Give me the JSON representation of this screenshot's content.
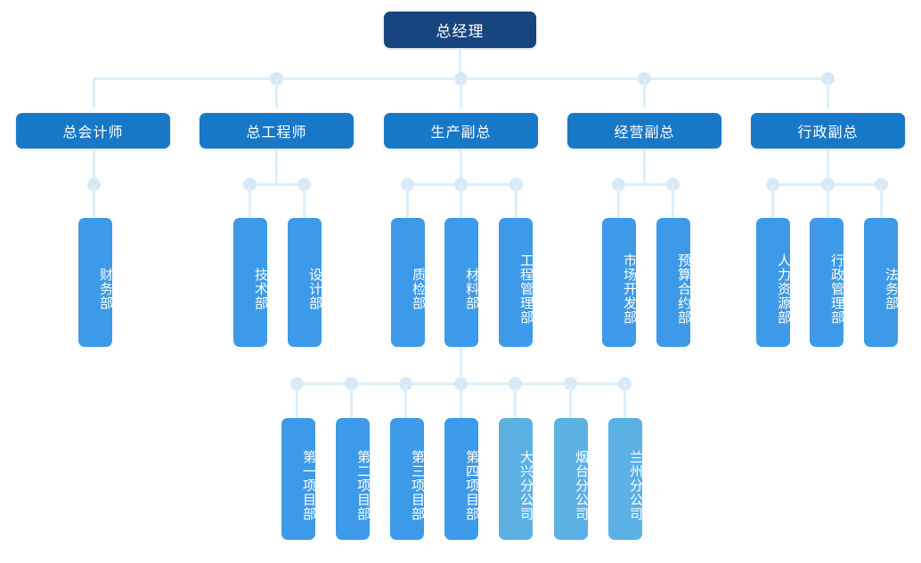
{
  "chart_title": "",
  "colors": {
    "root": "#17457f",
    "level2": "#1878c8",
    "level3": "#3d9ae8",
    "branch": "#5bb0e4",
    "connector": "#deeefb",
    "dot": "#d6e9f9",
    "background": "#ffffff",
    "text": "#ffffff"
  },
  "root": {
    "label": "总经理"
  },
  "level2": [
    {
      "label": "总会计师"
    },
    {
      "label": "总工程师"
    },
    {
      "label": "生产副总"
    },
    {
      "label": "经营副总"
    },
    {
      "label": "行政副总"
    }
  ],
  "level3": {
    "accounting": [
      {
        "label": "财务部"
      }
    ],
    "engineering": [
      {
        "label": "技术部"
      },
      {
        "label": "设计部"
      }
    ],
    "production": [
      {
        "label": "质检部"
      },
      {
        "label": "材料部"
      },
      {
        "label": "工程管理部"
      }
    ],
    "operations": [
      {
        "label": "市场开发部"
      },
      {
        "label": "预算合约部"
      }
    ],
    "administration": [
      {
        "label": "人力资源部"
      },
      {
        "label": "行政管理部"
      },
      {
        "label": "法务部"
      }
    ]
  },
  "level4": [
    {
      "label": "第一项目部",
      "kind": "project"
    },
    {
      "label": "第二项目部",
      "kind": "project"
    },
    {
      "label": "第三项目部",
      "kind": "project"
    },
    {
      "label": "第四项目部",
      "kind": "project"
    },
    {
      "label": "大兴分公司",
      "kind": "branch"
    },
    {
      "label": "烟台分公司",
      "kind": "branch"
    },
    {
      "label": "兰州分公司",
      "kind": "branch"
    }
  ]
}
